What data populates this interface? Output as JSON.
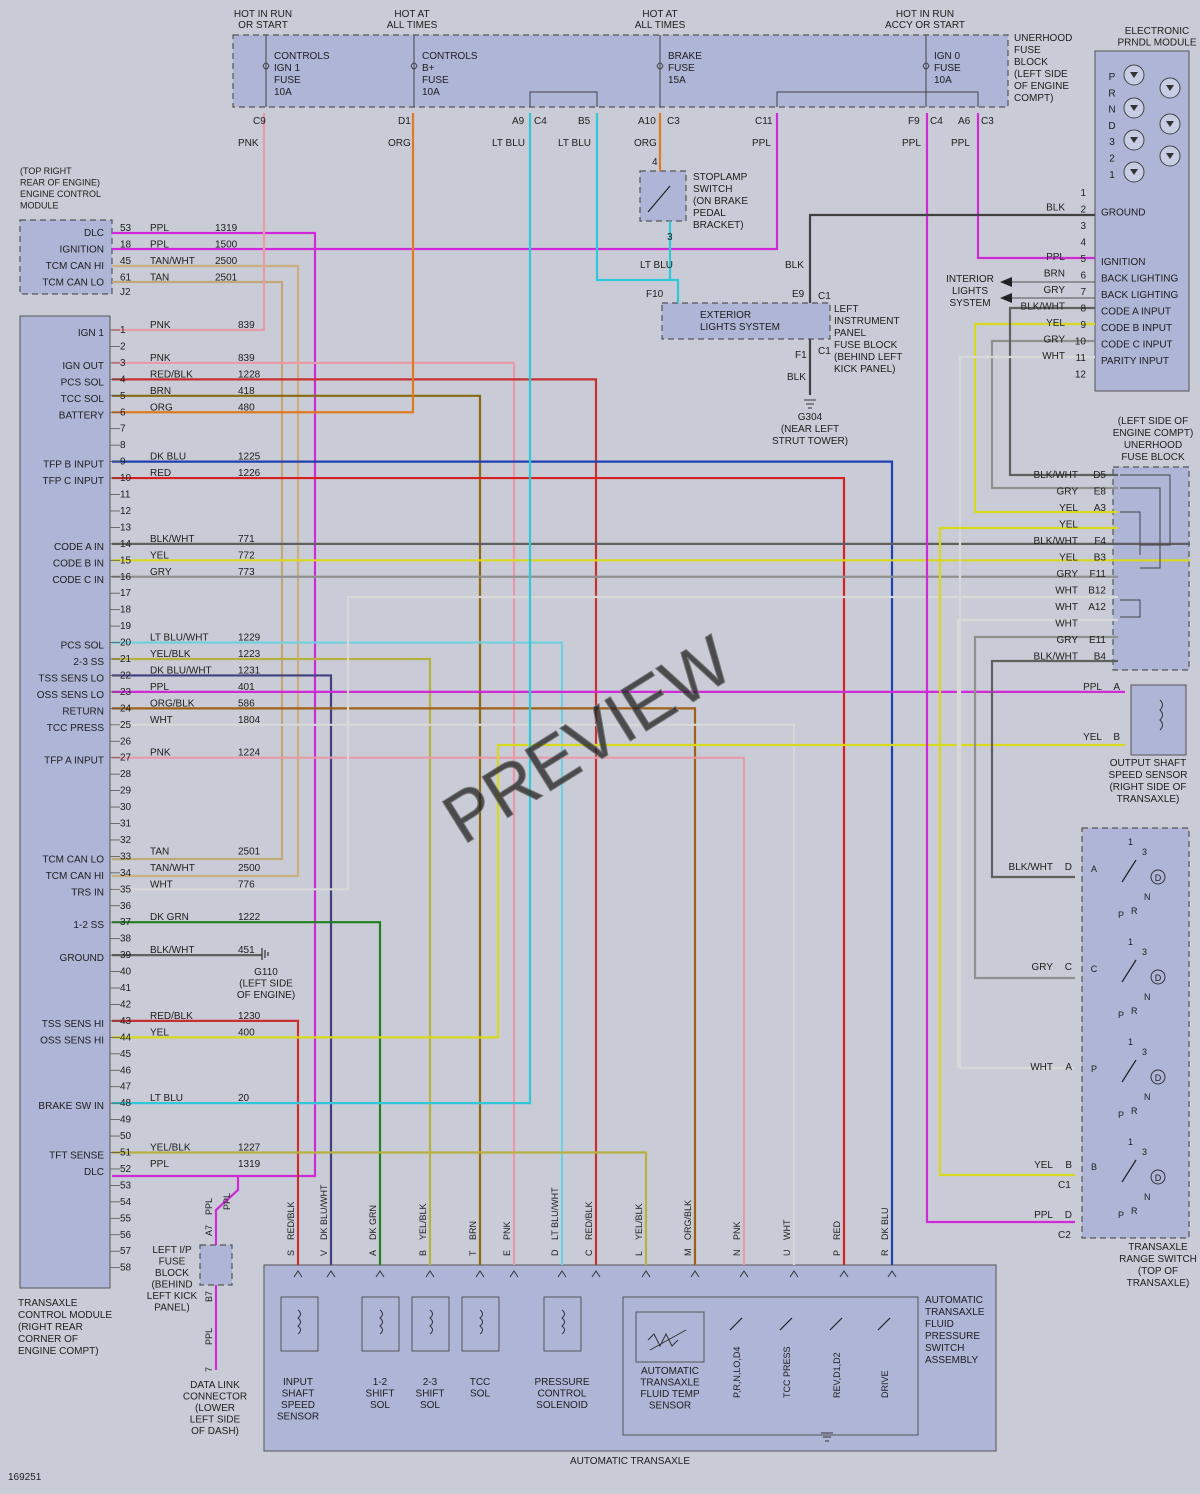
{
  "colors": {
    "PPL": "#d02ad8",
    "PNK": "#e89aa8",
    "ORG": "#e07a20",
    "LTBLU": "#30c8d8",
    "BLK": "#404040",
    "BRN": "#8a6a10",
    "TAN": "#c0a878",
    "TANWHT": "#c8b080",
    "REDBLK": "#c83030",
    "RED": "#d82020",
    "DKBLU": "#2040b0",
    "DKGRN": "#208020",
    "YEL": "#d8d820",
    "GRY": "#909090",
    "WHT": "#d8d8d8",
    "BLKWHT": "#606060",
    "ORGBLK": "#a06018",
    "YELBLK": "#b8b040",
    "LTBLUWHT": "#70d0e0",
    "DKBLUWHT": "#404080"
  },
  "fuse_block": {
    "headers": [
      "HOT IN RUN\nOR START",
      "HOT AT\nALL TIMES",
      "HOT AT\nALL TIMES",
      "HOT IN RUN\nACCY OR START"
    ],
    "fuses": [
      "CONTROLS\nIGN 1\nFUSE\n10A",
      "CONTROLS\nB+\nFUSE\n10A",
      "BRAKE\nFUSE\n15A",
      "IGN 0\nFUSE\n10A"
    ],
    "label": "UNERHOOD\nFUSE\nBLOCK\n(LEFT SIDE\nOF ENGINE\nCOMPT)",
    "pins": [
      "C9",
      "D1",
      "A9",
      "C4",
      "B5",
      "A10",
      "C3",
      "C11",
      "F9",
      "C4",
      "A6",
      "C3"
    ],
    "wires": [
      "PNK",
      "ORG",
      "LT BLU",
      "LT BLU",
      "ORG",
      "PPL",
      "PPL",
      "PPL"
    ]
  },
  "ecm": {
    "title": "(TOP RIGHT\nREAR OF ENGINE)\nENGINE CONTROL\nMODULE",
    "rows": [
      {
        "label": "DLC",
        "pin": "53",
        "color": "PPL",
        "circuit": "1319"
      },
      {
        "label": "IGNITION",
        "pin": "18",
        "color": "PPL",
        "circuit": "1500"
      },
      {
        "label": "TCM CAN HI",
        "pin": "45",
        "color": "TAN/WHT",
        "circuit": "2500"
      },
      {
        "label": "TCM CAN LO",
        "pin": "61",
        "color": "TAN",
        "circuit": "2501"
      }
    ],
    "connector": "J2"
  },
  "tcm": {
    "title": "TRANSAXLE\nCONTROL MODULE\n(RIGHT REAR\nCORNER OF\nENGINE COMPT)",
    "pins": [
      {
        "n": "1",
        "label": "IGN 1",
        "color": "PNK",
        "circuit": "839"
      },
      {
        "n": "2",
        "label": "",
        "color": "",
        "circuit": ""
      },
      {
        "n": "3",
        "label": "IGN OUT",
        "color": "PNK",
        "circuit": "839"
      },
      {
        "n": "4",
        "label": "PCS SOL",
        "color": "RED/BLK",
        "circuit": "1228"
      },
      {
        "n": "5",
        "label": "TCC SOL",
        "color": "BRN",
        "circuit": "418"
      },
      {
        "n": "6",
        "label": "BATTERY",
        "color": "ORG",
        "circuit": "480"
      },
      {
        "n": "7",
        "label": "",
        "color": "",
        "circuit": ""
      },
      {
        "n": "8",
        "label": "",
        "color": "",
        "circuit": ""
      },
      {
        "n": "9",
        "label": "TFP B INPUT",
        "color": "DK BLU",
        "circuit": "1225"
      },
      {
        "n": "10",
        "label": "TFP C INPUT",
        "color": "RED",
        "circuit": "1226"
      },
      {
        "n": "11",
        "label": "",
        "color": "",
        "circuit": ""
      },
      {
        "n": "12",
        "label": "",
        "color": "",
        "circuit": ""
      },
      {
        "n": "13",
        "label": "",
        "color": "",
        "circuit": ""
      },
      {
        "n": "14",
        "label": "CODE A IN",
        "color": "BLK/WHT",
        "circuit": "771"
      },
      {
        "n": "15",
        "label": "CODE B IN",
        "color": "YEL",
        "circuit": "772"
      },
      {
        "n": "16",
        "label": "CODE C IN",
        "color": "GRY",
        "circuit": "773"
      },
      {
        "n": "17",
        "label": "",
        "color": "",
        "circuit": ""
      },
      {
        "n": "18",
        "label": "",
        "color": "",
        "circuit": ""
      },
      {
        "n": "19",
        "label": "",
        "color": "",
        "circuit": ""
      },
      {
        "n": "20",
        "label": "PCS SOL",
        "color": "LT BLU/WHT",
        "circuit": "1229"
      },
      {
        "n": "21",
        "label": "2-3 SS",
        "color": "YEL/BLK",
        "circuit": "1223"
      },
      {
        "n": "22",
        "label": "TSS SENS LO",
        "color": "DK BLU/WHT",
        "circuit": "1231"
      },
      {
        "n": "23",
        "label": "OSS SENS LO",
        "color": "PPL",
        "circuit": "401"
      },
      {
        "n": "24",
        "label": "RETURN",
        "color": "ORG/BLK",
        "circuit": "586"
      },
      {
        "n": "25",
        "label": "TCC PRESS",
        "color": "WHT",
        "circuit": "1804"
      },
      {
        "n": "26",
        "label": "",
        "color": "",
        "circuit": ""
      },
      {
        "n": "27",
        "label": "TFP A INPUT",
        "color": "PNK",
        "circuit": "1224"
      },
      {
        "n": "28",
        "label": "",
        "color": "",
        "circuit": ""
      },
      {
        "n": "29",
        "label": "",
        "color": "",
        "circuit": ""
      },
      {
        "n": "30",
        "label": "",
        "color": "",
        "circuit": ""
      },
      {
        "n": "31",
        "label": "",
        "color": "",
        "circuit": ""
      },
      {
        "n": "32",
        "label": "",
        "color": "",
        "circuit": ""
      },
      {
        "n": "33",
        "label": "TCM CAN LO",
        "color": "TAN",
        "circuit": "2501"
      },
      {
        "n": "34",
        "label": "TCM CAN HI",
        "color": "TAN/WHT",
        "circuit": "2500"
      },
      {
        "n": "35",
        "label": "TRS IN",
        "color": "WHT",
        "circuit": "776"
      },
      {
        "n": "36",
        "label": "",
        "color": "",
        "circuit": ""
      },
      {
        "n": "37",
        "label": "1-2 SS",
        "color": "DK GRN",
        "circuit": "1222"
      },
      {
        "n": "38",
        "label": "",
        "color": "",
        "circuit": ""
      },
      {
        "n": "39",
        "label": "GROUND",
        "color": "BLK/WHT",
        "circuit": "451"
      },
      {
        "n": "40",
        "label": "",
        "color": "",
        "circuit": ""
      },
      {
        "n": "41",
        "label": "",
        "color": "",
        "circuit": ""
      },
      {
        "n": "42",
        "label": "",
        "color": "",
        "circuit": ""
      },
      {
        "n": "43",
        "label": "TSS SENS HI",
        "color": "RED/BLK",
        "circuit": "1230"
      },
      {
        "n": "44",
        "label": "OSS SENS HI",
        "color": "YEL",
        "circuit": "400"
      },
      {
        "n": "45",
        "label": "",
        "color": "",
        "circuit": ""
      },
      {
        "n": "46",
        "label": "",
        "color": "",
        "circuit": ""
      },
      {
        "n": "47",
        "label": "",
        "color": "",
        "circuit": ""
      },
      {
        "n": "48",
        "label": "BRAKE SW IN",
        "color": "LT BLU",
        "circuit": "20"
      },
      {
        "n": "49",
        "label": "",
        "color": "",
        "circuit": ""
      },
      {
        "n": "50",
        "label": "",
        "color": "",
        "circuit": ""
      },
      {
        "n": "51",
        "label": "TFT SENSE",
        "color": "YEL/BLK",
        "circuit": "1227"
      },
      {
        "n": "52",
        "label": "DLC",
        "color": "PPL",
        "circuit": "1319"
      },
      {
        "n": "53",
        "label": "",
        "color": "",
        "circuit": ""
      },
      {
        "n": "54",
        "label": "",
        "color": "",
        "circuit": ""
      },
      {
        "n": "55",
        "label": "",
        "color": "",
        "circuit": ""
      },
      {
        "n": "56",
        "label": "",
        "color": "",
        "circuit": ""
      },
      {
        "n": "57",
        "label": "",
        "color": "",
        "circuit": ""
      },
      {
        "n": "58",
        "label": "",
        "color": "",
        "circuit": ""
      }
    ]
  },
  "g110": "G110\n(LEFT SIDE\nOF ENGINE)",
  "stoplamp": {
    "label": "STOPLAMP\nSWITCH\n(ON BRAKE\nPEDAL\nBRACKET)",
    "pin_top": "4",
    "pin_bot": "3",
    "wire": "LT BLU"
  },
  "ip_fuse": {
    "label": "LEFT\nINSTRUMENT\nPANEL\nFUSE BLOCK\n(BEHIND LEFT\nKICK PANEL)",
    "inner": "EXTERIOR\nLIGHTS SYSTEM",
    "pins": [
      "F10",
      "E9",
      "C1",
      "F1",
      "C1"
    ],
    "blk": "BLK"
  },
  "g304": "G304\n(NEAR LEFT\nSTRUT TOWER)",
  "prndl": {
    "title": "ELECTRONIC\nPRNDL MODULE",
    "gears": [
      "P",
      "R",
      "N",
      "D",
      "3",
      "2",
      "1"
    ],
    "pins": [
      {
        "n": "1",
        "color": "",
        "label": ""
      },
      {
        "n": "2",
        "color": "BLK",
        "label": "GROUND"
      },
      {
        "n": "3",
        "color": "",
        "label": ""
      },
      {
        "n": "4",
        "color": "",
        "label": ""
      },
      {
        "n": "5",
        "color": "PPL",
        "label": "IGNITION"
      },
      {
        "n": "6",
        "color": "BRN",
        "label": "BACK LIGHTING"
      },
      {
        "n": "7",
        "color": "GRY",
        "label": "BACK LIGHTING"
      },
      {
        "n": "8",
        "color": "BLK/WHT",
        "label": "CODE A INPUT"
      },
      {
        "n": "9",
        "color": "YEL",
        "label": "CODE B INPUT"
      },
      {
        "n": "10",
        "color": "GRY",
        "label": "CODE C INPUT"
      },
      {
        "n": "11",
        "color": "WHT",
        "label": "PARITY INPUT"
      },
      {
        "n": "12",
        "color": "",
        "label": ""
      }
    ],
    "interior": "INTERIOR\nLIGHTS\nSYSTEM"
  },
  "right_fuse": {
    "label": "(LEFT SIDE OF\nENGINE COMPT)\nUNERHOOD\nFUSE BLOCK",
    "rows": [
      {
        "color": "BLK/WHT",
        "pin": "D5"
      },
      {
        "color": "GRY",
        "pin": "E8"
      },
      {
        "color": "YEL",
        "pin": "A3"
      },
      {
        "color": "YEL",
        "pin": ""
      },
      {
        "color": "BLK/WHT",
        "pin": "F4"
      },
      {
        "color": "YEL",
        "pin": "B3"
      },
      {
        "color": "GRY",
        "pin": "F11"
      },
      {
        "color": "WHT",
        "pin": "B12"
      },
      {
        "color": "WHT",
        "pin": "A12"
      },
      {
        "color": "WHT",
        "pin": ""
      },
      {
        "color": "GRY",
        "pin": "E11"
      },
      {
        "color": "BLK/WHT",
        "pin": "B4"
      }
    ]
  },
  "oss": {
    "label": "OUTPUT SHAFT\nSPEED SENSOR\n(RIGHT SIDE OF\nTRANSAXLE)",
    "pins": [
      {
        "color": "PPL",
        "pin": "A"
      },
      {
        "color": "YEL",
        "pin": "B"
      }
    ]
  },
  "trs": {
    "label": "TRANSAXLE\nRANGE SWITCH\n(TOP OF\nTRANSAXLE)",
    "rows": [
      {
        "color": "BLK/WHT",
        "pin": "D"
      },
      {
        "color": "GRY",
        "pin": "C"
      },
      {
        "color": "WHT",
        "pin": "A"
      },
      {
        "color": "YEL",
        "pin": "B"
      },
      {
        "color": "PPL",
        "pin": "D"
      }
    ],
    "conns": [
      "C1",
      "C2"
    ],
    "letters": [
      "A",
      "C",
      "P",
      "B"
    ],
    "gears": [
      "1",
      "2",
      "3",
      "D",
      "N",
      "P",
      "R"
    ]
  },
  "dlc": {
    "fuse": "LEFT I/P\nFUSE\nBLOCK\n(BEHIND\nLEFT KICK\nPANEL)",
    "pins": [
      "A7",
      "B7",
      "7"
    ],
    "wire": "PPL",
    "label": "DATA LINK\nCONNECTOR\n(LOWER\nLEFT SIDE\nOF DASH)"
  },
  "transaxle": {
    "title": "AUTOMATIC TRANSAXLE",
    "cols": [
      {
        "color": "RED/BLK",
        "pin": "S"
      },
      {
        "color": "DK BLU/WHT",
        "pin": "V"
      },
      {
        "color": "DK GRN",
        "pin": "A"
      },
      {
        "color": "YEL/BLK",
        "pin": "B"
      },
      {
        "color": "BRN",
        "pin": "T"
      },
      {
        "color": "PNK",
        "pin": "E"
      },
      {
        "color": "LT BLU/WHT",
        "pin": "D"
      },
      {
        "color": "RED/BLK",
        "pin": "C"
      },
      {
        "color": "YEL/BLK",
        "pin": "L"
      },
      {
        "color": "ORG/BLK",
        "pin": "M"
      },
      {
        "color": "PNK",
        "pin": "N"
      },
      {
        "color": "WHT",
        "pin": "U"
      },
      {
        "color": "RED",
        "pin": "P"
      },
      {
        "color": "DK BLU",
        "pin": "R"
      }
    ],
    "components": [
      "INPUT\nSHAFT\nSPEED\nSENSOR",
      "1-2\nSHIFT\nSOL",
      "2-3\nSHIFT\nSOL",
      "TCC\nSOL",
      "PRESSURE\nCONTROL\nSOLENOID",
      "AUTOMATIC\nTRANSAXLE\nFLUID TEMP\nSENSOR"
    ],
    "switches": [
      "P,R,N,LO,D4",
      "TCC PRESS",
      "REV,D1,D2",
      "DRIVE"
    ],
    "pressure_label": "AUTOMATIC\nTRANSAXLE\nFLUID\nPRESSURE\nSWITCH\nASSEMBLY"
  },
  "watermark": "PREVIEW",
  "footer_id": "169251"
}
